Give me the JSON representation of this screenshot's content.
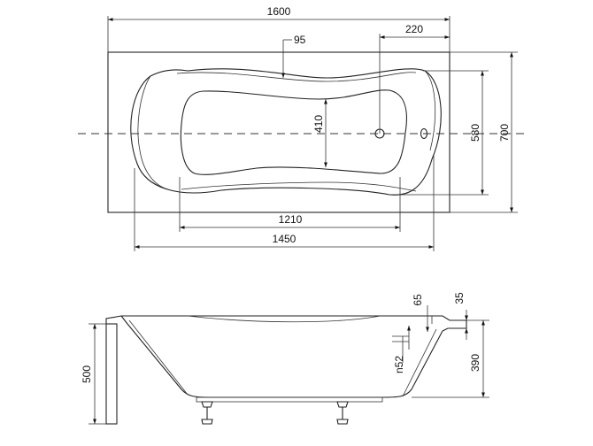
{
  "top_view": {
    "overall_length": "1600",
    "rim_offset": "95",
    "drain_offset": "220",
    "inner_width": "410",
    "bowl_width": "580",
    "overall_width": "700",
    "bottom_length": "1210",
    "bowl_length": "1450"
  },
  "side_view": {
    "dim_65": "65",
    "dim_35": "35",
    "overflow_label": "n52",
    "depth": "390",
    "height": "500"
  }
}
